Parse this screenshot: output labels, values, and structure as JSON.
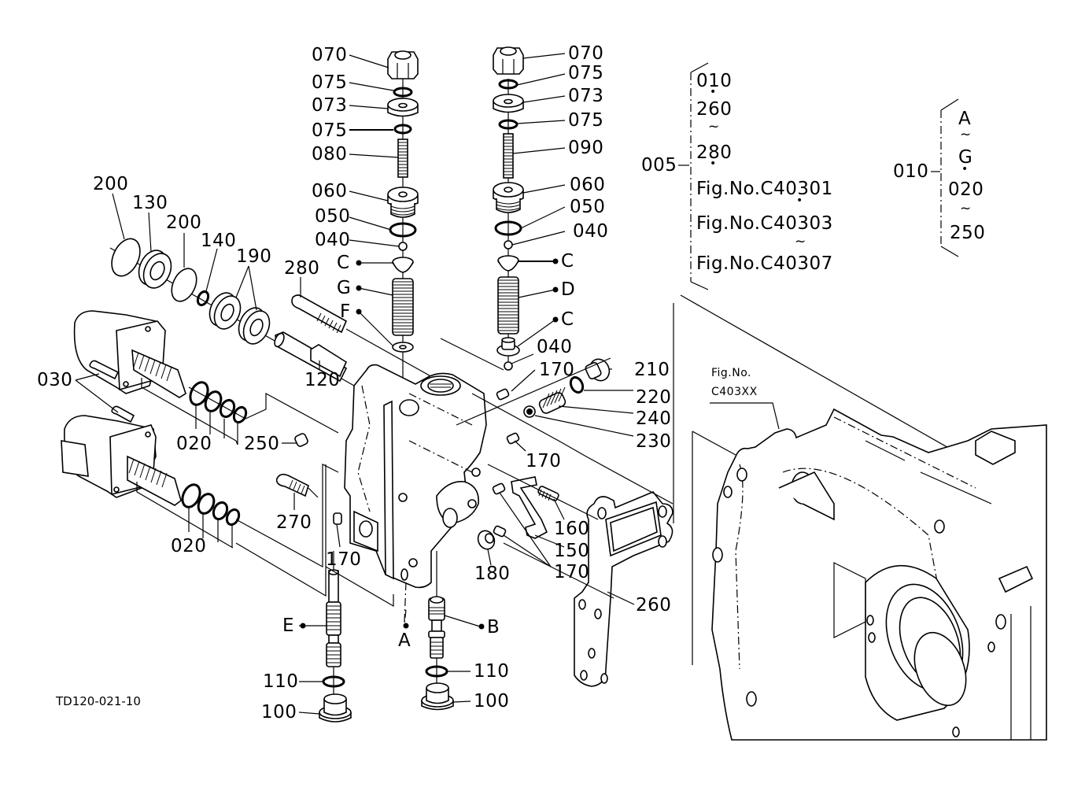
{
  "diagram": {
    "title_code": "TD120-021-10",
    "figure_ref": {
      "label_line1": "Fig.No.",
      "label_line2": "C403XX"
    },
    "group_005": {
      "key": "005",
      "members": [
        "010",
        "•",
        "260",
        "~",
        "280",
        "•",
        "Fig.No.C40301",
        "•",
        "Fig.No.C40303",
        "~",
        "Fig.No.C40307"
      ]
    },
    "group_010": {
      "key": "010",
      "members": [
        "A",
        "~",
        "G",
        "•",
        "020",
        "~",
        "250"
      ]
    },
    "left_valve_stack": [
      "070",
      "075",
      "073",
      "075",
      "080",
      "060",
      "050",
      "040",
      "C",
      "G",
      "F"
    ],
    "right_valve_stack": [
      "070",
      "075",
      "073",
      "075",
      "090",
      "060",
      "050",
      "040",
      "C",
      "D",
      "C",
      "040"
    ],
    "labels": {
      "l070": "070",
      "l075a": "075",
      "l073": "073",
      "l075b": "075",
      "l080": "080",
      "l060": "060",
      "l050": "050",
      "l040": "040",
      "lC": "C",
      "lG": "G",
      "lF": "F",
      "r070": "070",
      "r075a": "075",
      "r073": "073",
      "r075b": "075",
      "r090": "090",
      "r060": "060",
      "r050": "050",
      "r040": "040",
      "rC1": "C",
      "rD": "D",
      "rC2": "C",
      "r040b": "040",
      "p200a": "200",
      "p130": "130",
      "p200b": "200",
      "p140": "140",
      "p190": "190",
      "p280": "280",
      "p120": "120",
      "p030": "030",
      "p020a": "020",
      "p020b": "020",
      "p250": "250",
      "p270": "270",
      "p170a": "170",
      "p170b": "170",
      "p170c": "170",
      "p170d": "170",
      "p210": "210",
      "p220": "220",
      "p240": "240",
      "p230": "230",
      "p160": "160",
      "p150": "150",
      "p180": "180",
      "p260": "260",
      "pE": "E",
      "pA": "A",
      "pB": "B",
      "p110a": "110",
      "p100a": "100",
      "p110b": "110",
      "p100b": "100"
    }
  }
}
